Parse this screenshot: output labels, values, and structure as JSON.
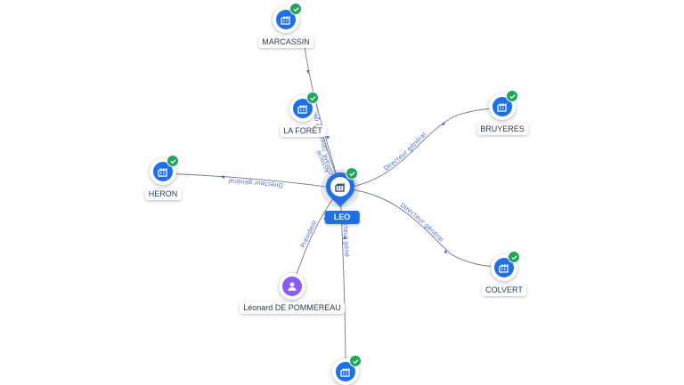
{
  "center": {
    "label": "LEO",
    "icon": "building-icon"
  },
  "nodes": [
    {
      "id": "marcassin",
      "label": "MARCASSIN",
      "icon": "building-icon",
      "verified": true
    },
    {
      "id": "la-foret",
      "label": "LA FORÊT",
      "icon": "building-icon",
      "verified": true
    },
    {
      "id": "bruyeres",
      "label": "BRUYERES",
      "icon": "building-icon",
      "verified": true
    },
    {
      "id": "heron",
      "label": "HERON",
      "icon": "building-icon",
      "verified": true
    },
    {
      "id": "colvert",
      "label": "COLVERT",
      "icon": "building-icon",
      "verified": true
    },
    {
      "id": "leonard",
      "label": "Léonard DE POMMEREAU",
      "icon": "person-icon",
      "verified": false
    },
    {
      "id": "bottom",
      "label": "",
      "icon": "building-icon",
      "verified": true
    }
  ],
  "edges": [
    {
      "id": "leo-marcassin",
      "labels": [
        "Directeur général"
      ]
    },
    {
      "id": "leo-la-foret",
      "labels": [
        "Gérant",
        "Associé"
      ]
    },
    {
      "id": "leo-bruyeres",
      "labels": [
        "Directeur général"
      ]
    },
    {
      "id": "leo-heron",
      "labels": [
        "Directeur général"
      ]
    },
    {
      "id": "leo-colvert",
      "labels": [
        "Directeur général"
      ]
    },
    {
      "id": "leonard-leo",
      "labels": [
        "Président"
      ]
    },
    {
      "id": "leo-bottom",
      "labels": [
        "Directeur géné"
      ]
    }
  ],
  "colors": {
    "company": "#1f6fe5",
    "person": "#8a5cf5",
    "verified": "#21a45b",
    "edge": "#6b7a90",
    "edge_label": "#4a6fd8"
  }
}
